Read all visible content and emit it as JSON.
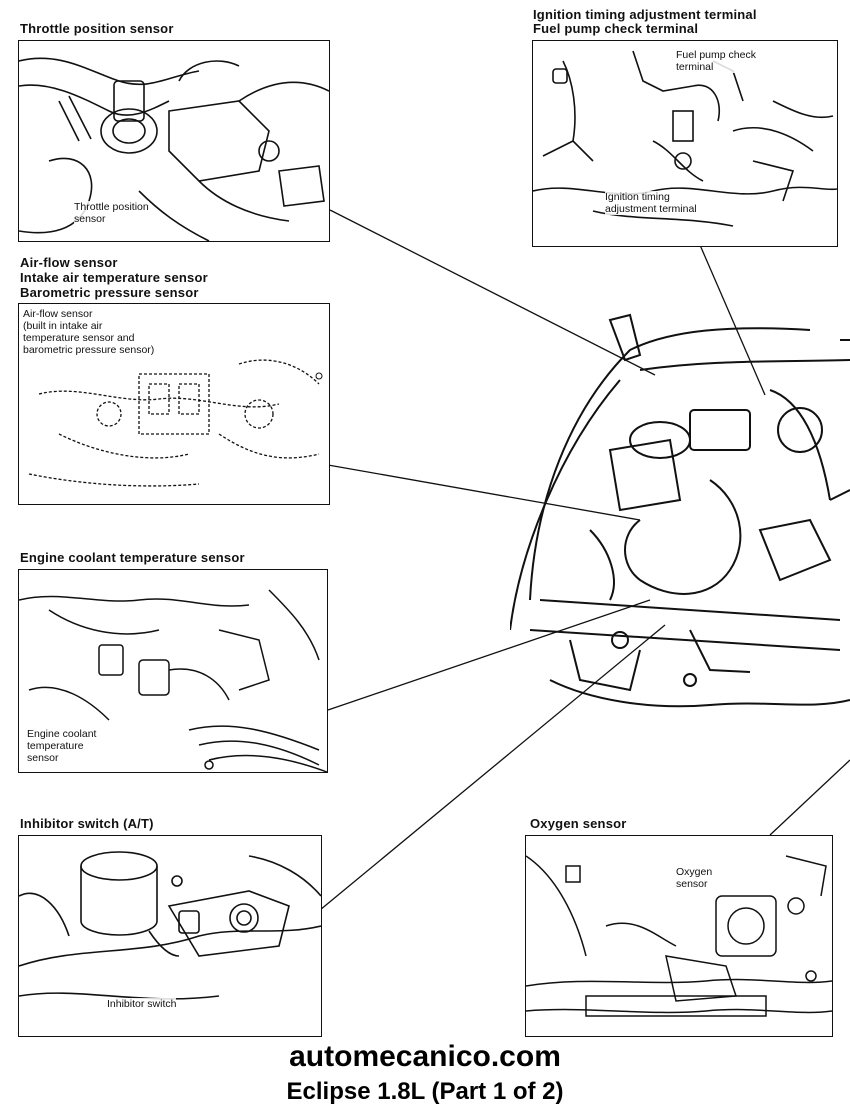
{
  "panels": {
    "throttle": {
      "title": "Throttle position sensor",
      "callout": "Throttle position\nsensor"
    },
    "ignition": {
      "title_line1": "Ignition timing adjustment terminal",
      "title_line2": "Fuel pump check terminal",
      "callout_fuel": "Fuel pump check\nterminal",
      "callout_ignition": "Ignition timing\nadjustment terminal"
    },
    "airflow": {
      "title_line1": "Air-flow sensor",
      "title_line2": "Intake air temperature sensor",
      "title_line3": "Barometric pressure sensor",
      "callout": "Air-flow sensor\n(built in intake air\ntemperature sensor and\nbarometric pressure sensor)"
    },
    "coolant": {
      "title": "Engine coolant temperature sensor",
      "callout": "Engine coolant\ntemperature\nsensor"
    },
    "inhibitor": {
      "title": "Inhibitor switch (A/T)",
      "callout": "Inhibitor switch"
    },
    "oxygen": {
      "title": "Oxygen sensor",
      "callout": "Oxygen\nsensor"
    }
  },
  "footer": {
    "site": "automecanico.com",
    "caption": "Eclipse 1.8L (Part 1 of 2)"
  },
  "colors": {
    "ink": "#111111",
    "paper": "#ffffff"
  }
}
